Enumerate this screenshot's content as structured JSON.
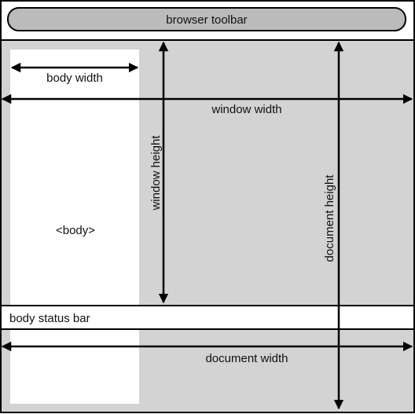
{
  "toolbar": {
    "label": "browser toolbar"
  },
  "body_region": {
    "label": "<body>",
    "width_label": "body width"
  },
  "window": {
    "width_label": "window width",
    "height_label": "window height"
  },
  "status_bar": {
    "label": "body status bar"
  },
  "document": {
    "width_label": "document width",
    "height_label": "document height"
  },
  "colors": {
    "frame": "#000000",
    "document_fill": "#d3d3d3",
    "body_fill": "#ffffff",
    "toolbar_fill": "#bbbbbb",
    "arrow": "#000000"
  }
}
